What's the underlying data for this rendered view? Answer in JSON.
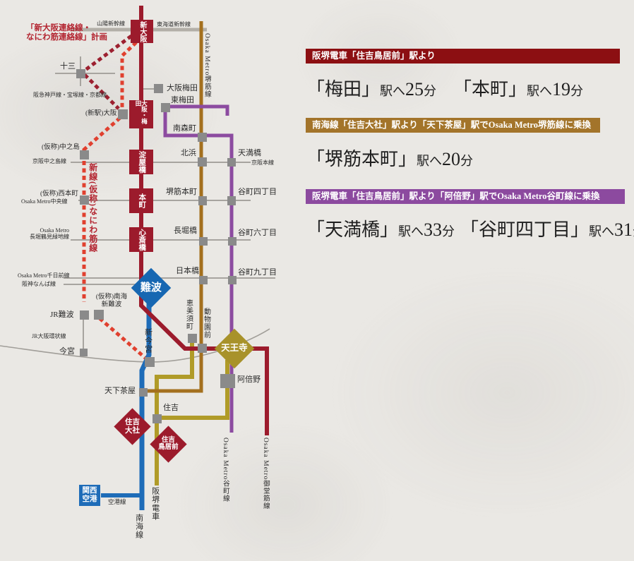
{
  "colors": {
    "background": "#eae8e4",
    "midosuji_red": "#9c1b2c",
    "sakaisuji_brown": "#a4701e",
    "tanimachi_purple": "#8c4ba0",
    "hankai_gold": "#b09b28",
    "nankai_blue": "#1e6cb8",
    "naniwasuji_dash_red": "#e0402f",
    "renrakusen_dash_maroon": "#9c2030",
    "gray_box": "#8a8a8a",
    "thin_gray_line": "#a7a49f",
    "panel1_header_bg": "#8c0f12",
    "panel2_header_bg": "#a3742a",
    "panel3_header_bg": "#8c4a9f",
    "body_text": "#1f1f1f"
  },
  "map": {
    "plan_note_line1": "「新大阪連絡線・",
    "plan_note_line2": "なにわ筋連絡線」計画",
    "lines": {
      "sanyo_shinkansen": "山陽新幹線",
      "tokaido_shinkansen": "東海道新幹線",
      "sakaisuji": "Osaka Metro堺筋線",
      "hankyu": "阪急神戸線・宝塚線・京都線",
      "keihan_nakanoshima": "京阪中之島線",
      "keihan_main": "京阪本線",
      "chuo": "Osaka Metro中央線",
      "nagahori1": "Osaka Metro",
      "nagahori2": "長堀鶴見緑地線",
      "sennichimae": "Osaka Metro千日前線",
      "hanshin_namba": "阪神なんば線",
      "jr_loop": "JR大阪環状線",
      "naniwasuji_new": "新線(仮称)なにわ筋線",
      "tanimachi": "Osaka Metro谷町線",
      "midosuji": "Osaka Metro御堂筋線",
      "hankai": "阪堺電車",
      "nankai": "南海線",
      "airport": "空港線"
    },
    "stations": {
      "shin_osaka": "新大阪",
      "juso": "十三",
      "osaka_umeda_red": "大阪・梅田",
      "osaka_umeda": "大阪梅田",
      "higashi_umeda": "東梅田",
      "shineki_osaka": "(新駅)大阪",
      "nakanoshima": "(仮称)中之島",
      "yodoyabashi": "淀屋橋",
      "kitahama": "北浜",
      "temmabashi": "天満橋",
      "nishi_hommachi": "(仮称)西本町",
      "hommachi": "本町",
      "minami_morimachi": "南森町",
      "sakaisuji_hommachi": "堺筋本町",
      "tanimachi_4": "谷町四丁目",
      "shinsaibashi": "心斎橋",
      "nagahoribashi": "長堀橋",
      "tanimachi_6": "谷町六丁目",
      "nipponbashi": "日本橋",
      "tanimachi_9": "谷町九丁目",
      "namba": "難波",
      "jr_namba": "JR難波",
      "shin_namba1": "(仮称)南海",
      "shin_namba2": "新難波",
      "imamiya": "今宮",
      "shin_imamiya": "新今宮",
      "ebisucho": "恵美須町",
      "dobutsuen_mae": "動物園前",
      "tennoji": "天王寺",
      "abeno": "阿倍野",
      "tengachaya": "天下茶屋",
      "sumiyoshi": "住吉",
      "sumiyoshi_taisha1": "住吉",
      "sumiyoshi_taisha2": "大社",
      "sumiyoshi_toriimae1": "住吉",
      "sumiyoshi_toriimae2": "鳥居前",
      "kansai_airport1": "関西",
      "kansai_airport2": "空港"
    }
  },
  "panels": [
    {
      "header": "阪堺電車「住吉鳥居前」駅より",
      "body": [
        "「梅田」",
        "駅へ",
        "25",
        "分",
        "「本町」",
        "駅へ",
        "19",
        "分"
      ]
    },
    {
      "header": "南海線「住吉大社」駅より「天下茶屋」駅でOsaka Metro堺筋線に乗換",
      "body": [
        "「堺筋本町」",
        "駅へ",
        "20",
        "分"
      ]
    },
    {
      "header": "阪堺電車「住吉鳥居前」駅より「阿倍野」駅でOsaka Metro谷町線に乗換",
      "body": [
        "「天満橋」",
        "駅へ",
        "33",
        "分",
        "「谷町四丁目」",
        "駅へ",
        "31",
        "分"
      ]
    }
  ]
}
